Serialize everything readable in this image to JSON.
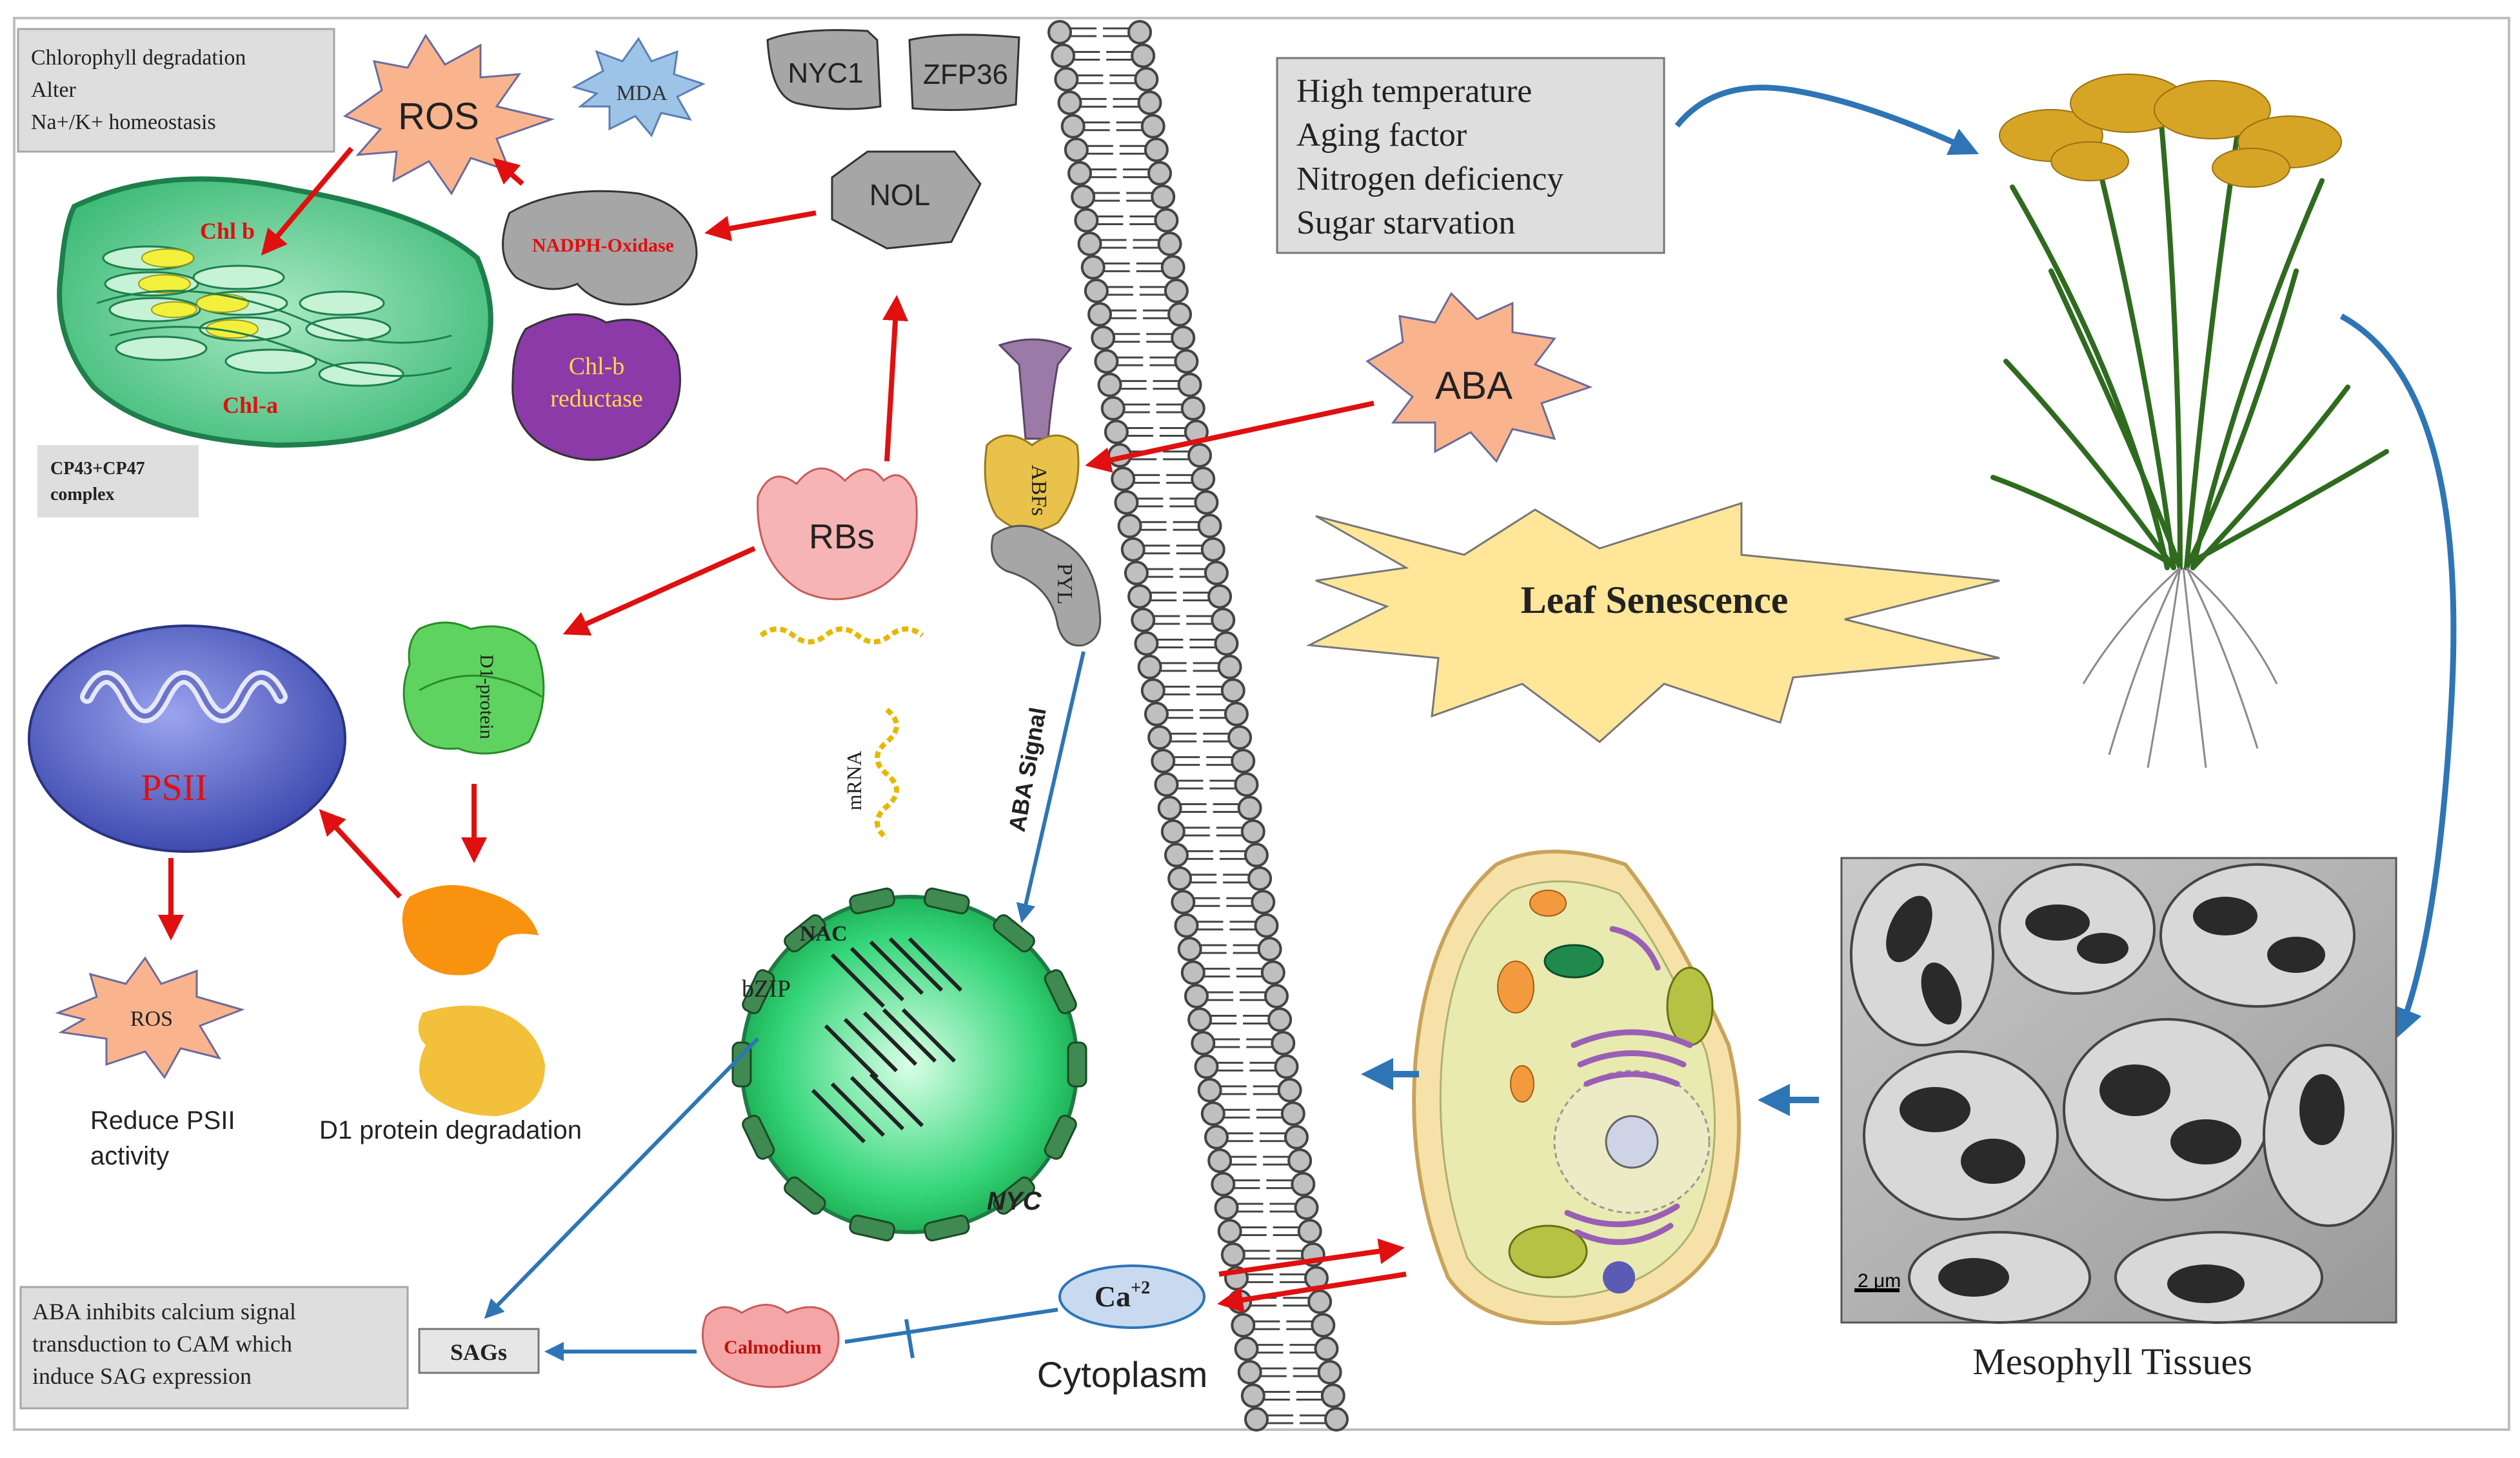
{
  "stress_box": {
    "lines": [
      "Chlorophyll degradation",
      "Alter",
      "Na+/K+ homeostasis"
    ]
  },
  "factors_box": {
    "lines": [
      "High temperature",
      "Aging factor",
      "Nitrogen deficiency",
      "Sugar starvation"
    ]
  },
  "ros_top": "ROS",
  "mda": "MDA",
  "nyc1": "NYC1",
  "zfp36": "ZFP36",
  "nol": "NOL",
  "nadph_oxidase": "NADPH-Oxidase",
  "chlb_reductase": {
    "line1": "Chl-b",
    "line2": "reductase"
  },
  "chloroplast": {
    "chl_b": "Chl b",
    "chl_a": "Chl-a"
  },
  "cp_box": {
    "line1": "CP43+CP47",
    "line2": "complex"
  },
  "rbs": "RBs",
  "abfs": "ABFs",
  "pyl": "PYL",
  "aba": "ABA",
  "leaf_senescence": "Leaf Senescence",
  "psii": "PSII",
  "d1_protein": "D1-protein",
  "ros_bottom": "ROS",
  "reduce_psii": {
    "line1": "Reduce PSII",
    "line2": "activity"
  },
  "d1_degradation": "D1 protein degradation",
  "mrna": "mRNA",
  "aba_signal": "ABA Signal",
  "nucleus": {
    "nac": "NAC",
    "bzip": "bZIP",
    "nyc": "NYC"
  },
  "calcium_box": {
    "lines": [
      "ABA inhibits calcium signal",
      "transduction to CAM which",
      "induce SAG expression"
    ]
  },
  "sags": "SAGs",
  "calmodium": "Calmodium",
  "calcium": {
    "base": "Ca",
    "sup": "+2"
  },
  "cytoplasm": "Cytoplasm",
  "mesophyll": {
    "scale": "2 μm",
    "caption": "Mesophyll Tissues"
  },
  "colors": {
    "ros": "#f9b48e",
    "mda": "#9dc3e6",
    "nucleus": "#2ecc71",
    "arrow_red": "#e01010",
    "arrow_blue": "#2e75b6",
    "leaf_star": "#ffe699",
    "psii": "#5b67c9",
    "chloroplast": "#2eaa6a",
    "calmodium": "#f4a6a6"
  }
}
